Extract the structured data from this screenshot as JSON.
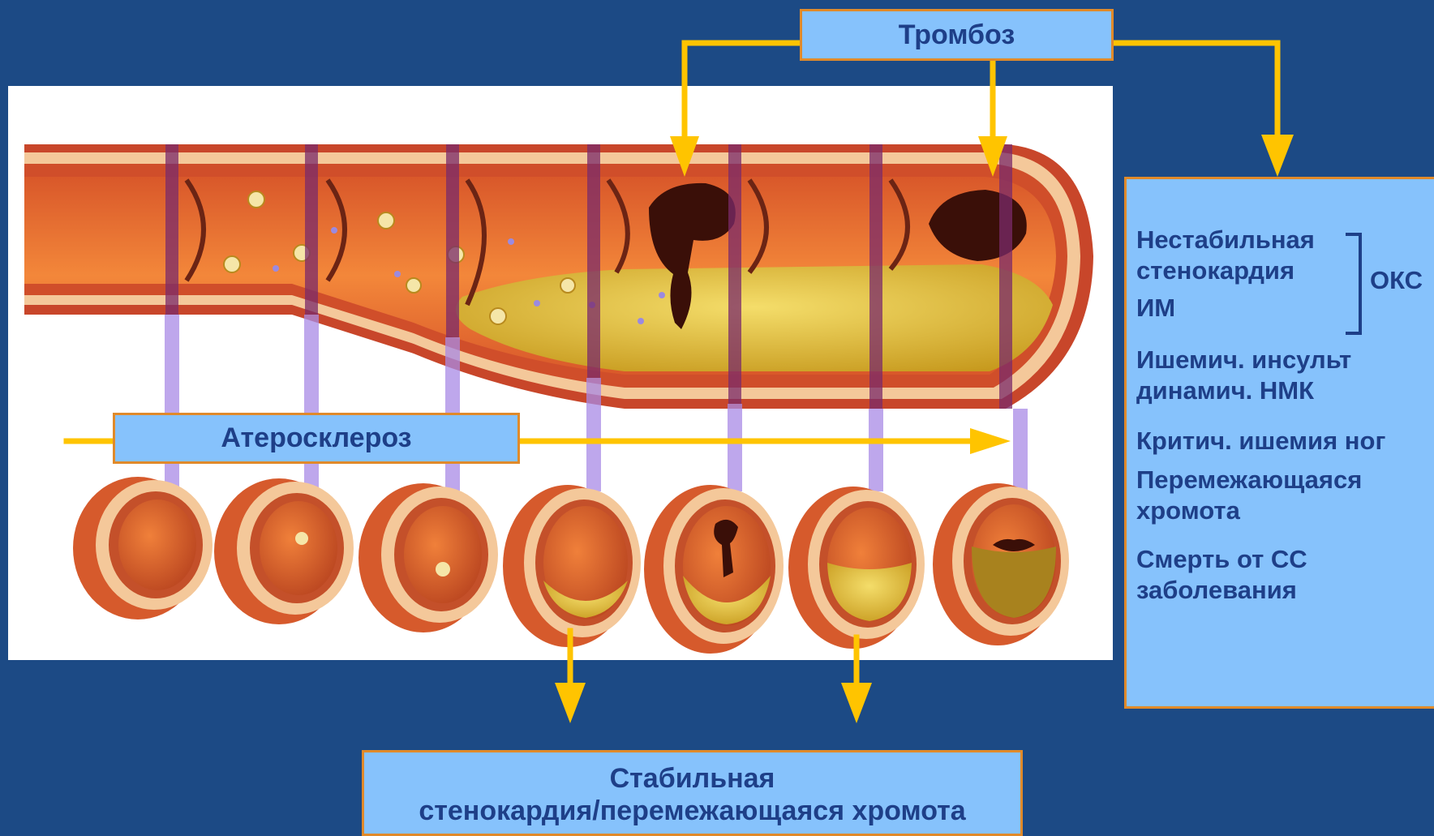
{
  "thrombosis": {
    "label": "Тромбоз"
  },
  "atherosclerosis": {
    "label": "Атеросклероз"
  },
  "stable": {
    "line1": "Стабильная",
    "line2": "стенокардия/перемежающаяся хромота"
  },
  "outcomes": {
    "unstable_line1": "Нестабильная",
    "unstable_line2": "стенокардия",
    "mi": "ИМ",
    "acs": "ОКС",
    "stroke_line1": "Ишемич. инсульт",
    "stroke_line2": "динамич. НМК",
    "cli": "Критич. ишемия ног",
    "claudication_line1": "Перемежающаяся",
    "claudication_line2": "хромота",
    "death_line1": "Смерть от СС",
    "death_line2": "заболевания"
  },
  "colors": {
    "background": "#1c4a85",
    "box_fill": "#86c2fc",
    "box_border": "#e08a2a",
    "box_text": "#1e3f88",
    "arrow": "#ffc400",
    "vessel_wall": "#d8552a",
    "lumen": "#f07a32",
    "plaque": "#e6c23a",
    "thrombus": "#3a0f08",
    "marker": "#a98ae6"
  },
  "icons": {
    "arrow": "down-arrow-icon",
    "bracket": "bracket-icon"
  }
}
